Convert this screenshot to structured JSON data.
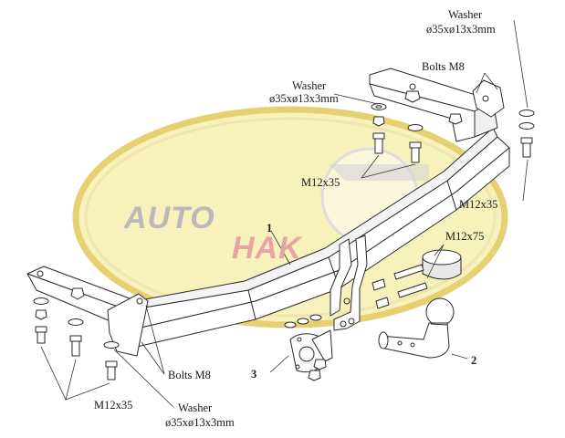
{
  "watermark": {
    "word1": "AUTO",
    "word2": "HAK"
  },
  "labels": {
    "washer_top_right": {
      "line1": "Washer",
      "line2": "ø35xø13x3mm"
    },
    "bolts_top_right": "Bolts M8",
    "washer_top_mid": {
      "line1": "Washer",
      "line2": "ø35xø13x3mm"
    },
    "m12x35_mid": "M12x35",
    "m12x35_right": "M12x35",
    "m12x75": "M12x75",
    "part_1": "1",
    "part_2": "2",
    "part_3": "3",
    "bolts_bottom_left": "Bolts M8",
    "m12x35_bottom_left": "M12x35",
    "washer_bottom": {
      "line1": "Washer",
      "line2": "ø35xø13x3mm"
    }
  },
  "colors": {
    "line": "#2a2a2a",
    "logo_yellow": "#f6efb0",
    "logo_ring": "#e2c85a",
    "logo_red": "#e8a3a3",
    "logo_grey": "#b9b9b9"
  }
}
